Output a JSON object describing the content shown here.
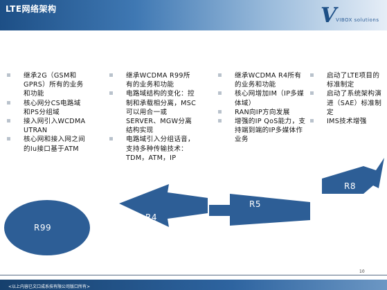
{
  "header": {
    "title": "LTE网络架构"
  },
  "logo": {
    "brand": "VIBOX solutions",
    "mark": "V"
  },
  "columns": [
    {
      "items": [
        "继承2G（GSM和GPRS）所有的业务和功能",
        "核心网分CS电路域和PS分组域",
        "接入网引入WCDMA UTRAN",
        "核心网和接入网之间的Iu接口基于ATM"
      ]
    },
    {
      "items": [
        "继承WCDMA R99所有的业务和功能",
        "电路域结构的变化：控制和承载相分离，MSC可以用合一或SERVER、MGW分离结构实现",
        "电路域引入分组话音，支持多种传输技术：TDM，ATM，IP"
      ]
    },
    {
      "items": [
        "继承WCDMA R4所有的业务和功能",
        "核心网增加IM（IP多媒体域）",
        "RAN向IP方向发展",
        "增强的IP QoS能力，支持端到端的IP多媒体作业务"
      ]
    },
    {
      "items": [
        "启动了LTE项目的标准制定",
        "启动了系统架构演进（SAE）标准制定",
        "IMS技术增强"
      ]
    }
  ],
  "releases": {
    "r99": "R99",
    "r4": "R4",
    "r5": "R5",
    "r8": "R8"
  },
  "footer": {
    "page_number": "10",
    "copyright": "<以上内容已文口成系技有限公司版口所有>"
  },
  "colors": {
    "header": "#1d4f86",
    "shape": "#2d5e96",
    "bullet": "#b9c2cc"
  }
}
